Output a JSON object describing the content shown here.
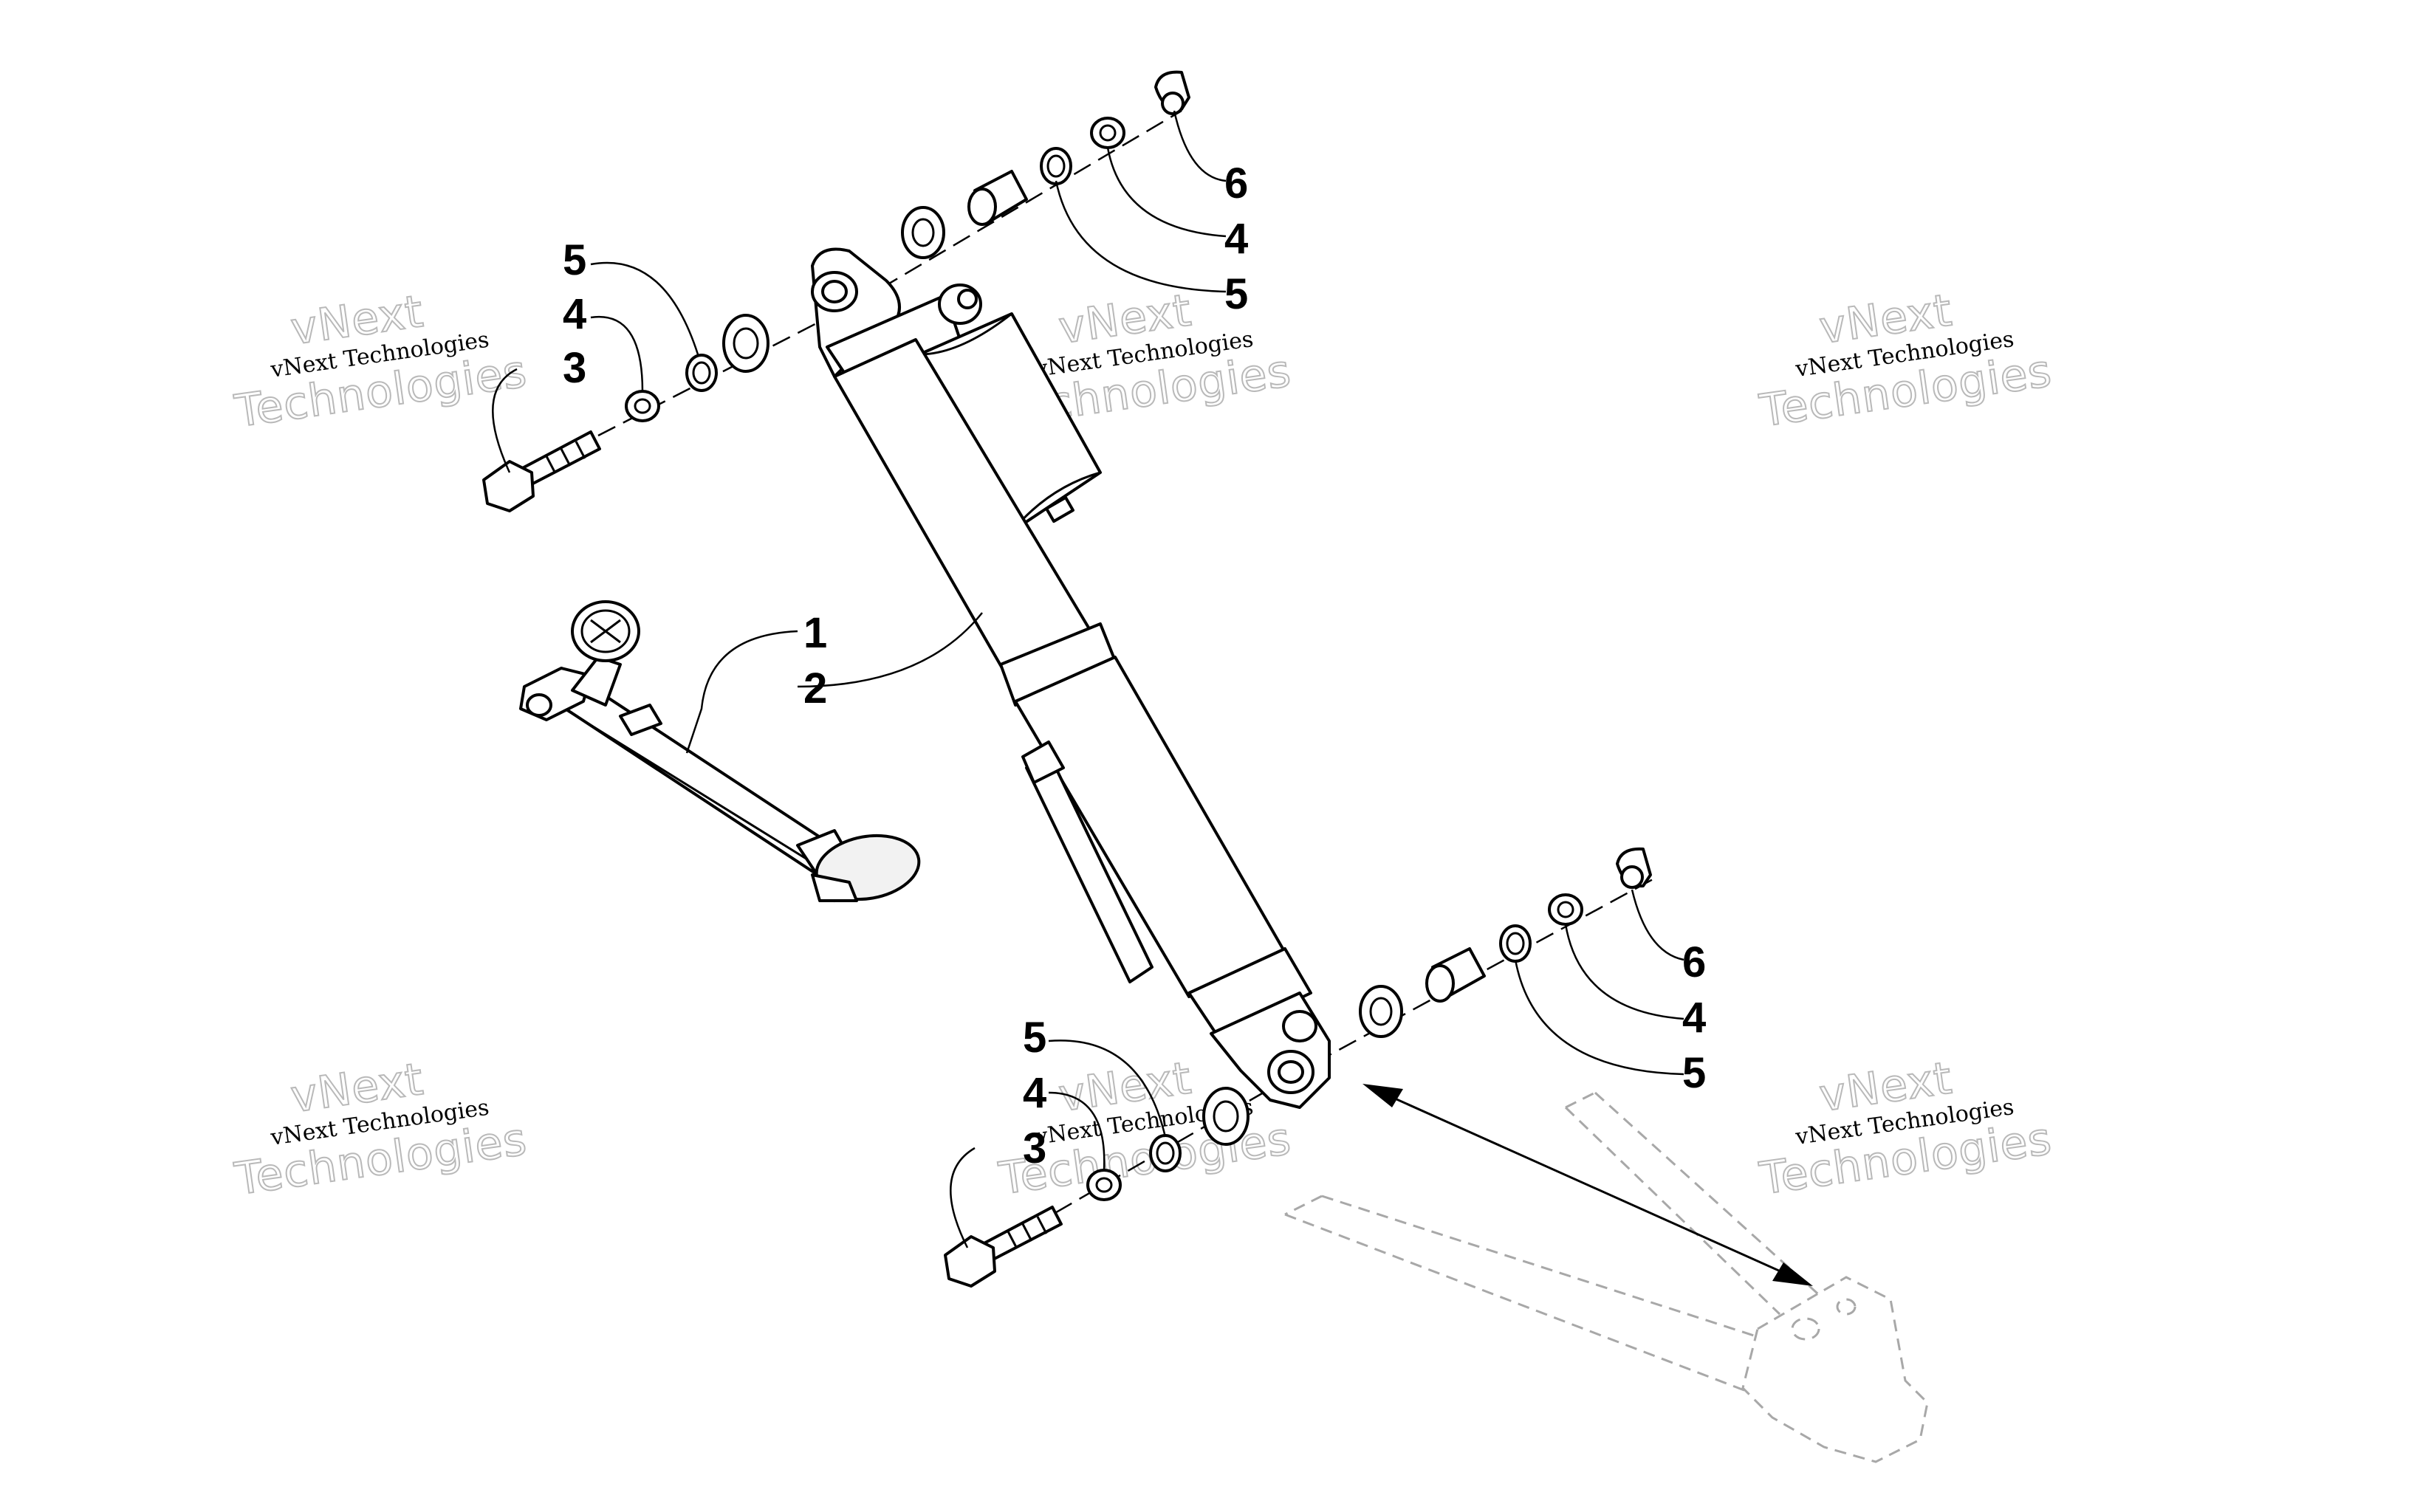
{
  "watermark": {
    "small_text": "vNext Technologies",
    "big_line1": "vNext",
    "big_line2": "Technologies"
  },
  "callouts": {
    "top_left_5": "5",
    "top_left_4": "4",
    "top_left_3": "3",
    "top_right_6": "6",
    "top_right_4": "4",
    "top_right_5": "5",
    "middle_1": "1",
    "middle_2": "2",
    "bottom_right_6": "6",
    "bottom_right_4": "4",
    "bottom_right_5": "5",
    "bottom_left_5": "5",
    "bottom_left_4": "4",
    "bottom_left_3": "3"
  }
}
